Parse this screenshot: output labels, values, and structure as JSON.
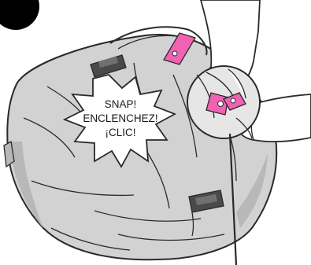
{
  "callout": {
    "lines": [
      "SNAP!",
      "ENCLENCHEZ!",
      "¡CLIC!"
    ]
  },
  "colors": {
    "background": "#ffffff",
    "fabric": "#d2d2d2",
    "fabric_shadow": "#b8b8b8",
    "outline": "#2a2a2a",
    "strap_highlight": "#f062b4",
    "hand": "#ffffff",
    "clip": "#4a4a4a",
    "step_badge": "#000000"
  },
  "icons": {
    "step_badge": "black-circle-step-badge",
    "hands": "hand-illustration",
    "buckle": "buckle-clip",
    "zoom_callout": "magnifier-circle"
  }
}
